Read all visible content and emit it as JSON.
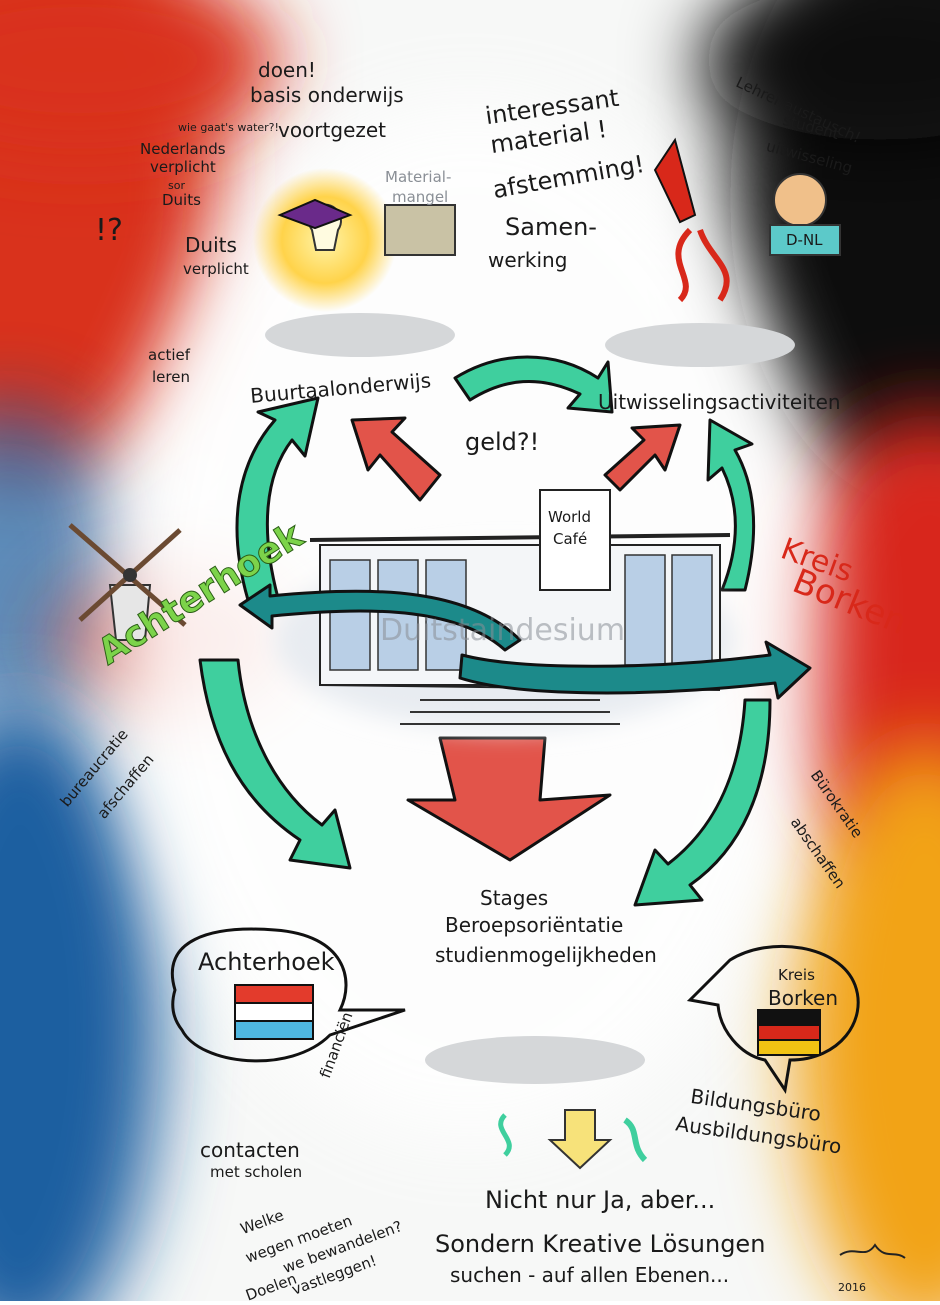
{
  "colors": {
    "nl_red": "#d9301c",
    "nl_white": "#ffffff",
    "nl_blue": "#1f5fa0",
    "de_black": "#111111",
    "de_red": "#d8281a",
    "de_gold": "#f2a313",
    "arrow_green": "#3fcf9e",
    "arrow_red": "#e2544a",
    "arrow_teal": "#1c8a8a",
    "achterhoek_green": "#7cd34a",
    "kreis_red": "#d8281a"
  },
  "top": {
    "doen": "doen!",
    "basis_onderwijs": "basis onderwijs",
    "voortgezet": "voortgezet",
    "wie_gaat_water": "wie gaat's water?!",
    "nederlands_verplicht": [
      "Nederlands",
      "verplicht",
      "sor",
      "Duits"
    ],
    "exclaim_question": "!?",
    "duits_verplicht": [
      "Duits",
      "verplicht"
    ],
    "materiaal_mangel": [
      "Material-",
      "mangel"
    ],
    "interessant_materiaal": [
      "interessant",
      "material !"
    ],
    "afstemming": "afstemming!",
    "samenwerking": [
      "Samen-",
      "werking"
    ],
    "lehrer_austausch": "Lehrer austausch!",
    "student_uitwisseling": [
      "student",
      "uitwisseling"
    ],
    "d_nl": "D-NL",
    "actief_leren": [
      "actief",
      "leren"
    ]
  },
  "hub": {
    "buurtaal": "Buurtaalonderwijs",
    "uitwisseling": "Uitwisselingsactiviteiten",
    "geld": "geld?!",
    "world_cafe": [
      "World",
      "Café"
    ],
    "building_sign": "Duitstaindesium",
    "achterhoek": "Achterhoek",
    "kreis_borken": [
      "Kreis",
      "Borken"
    ],
    "bureaucratie": [
      "bureaucratie",
      "afschaffen"
    ],
    "burokratie": [
      "Bürokratie",
      "abschaffen"
    ]
  },
  "bottom": {
    "stages": [
      "Stages",
      "Beroepsoriëntatie",
      "studienmogelijkheden"
    ],
    "bubble_left": "Achterhoek",
    "bubble_right": [
      "Kreis",
      "Borken"
    ],
    "financien": "financiën",
    "contacten": [
      "contacten",
      "met scholen"
    ],
    "bildungsburo": [
      "Bildungsbüro",
      "Ausbildungsbüro"
    ],
    "welke_wegen": [
      "Welke",
      "wegen moeten",
      "we bewandelen?",
      "Doelen",
      "vastleggen!"
    ],
    "nicht_nur": "Nicht nur Ja, aber...",
    "sondern": "Sondern Kreative Lösungen",
    "suchen": "suchen - auf allen Ebenen...",
    "signature_year": "2016"
  }
}
